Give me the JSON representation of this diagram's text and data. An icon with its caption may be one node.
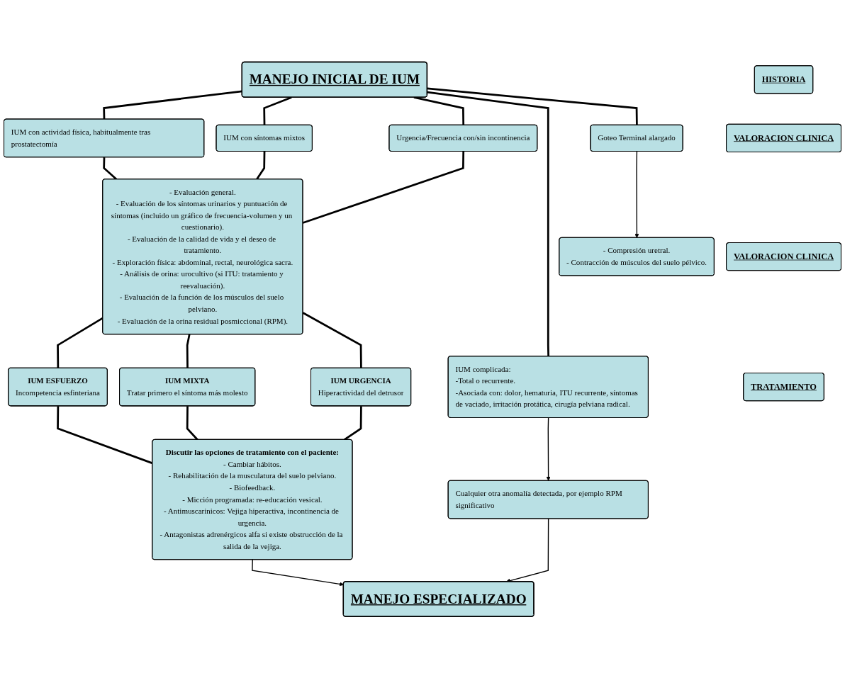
{
  "diagram": {
    "nodes": [
      {
        "text": [
          "MANEJO INICIAL DE IUM"
        ]
      },
      {
        "text": [
          "HISTORIA"
        ]
      },
      {
        "text": [
          "Goteo Terminal alargado"
        ]
      },
      {
        "text": [
          "IUM con actividad física, habitualmente tras prostatectomía"
        ]
      },
      {
        "text": [
          "IUM con síntomas mixtos"
        ]
      },
      {
        "text": [
          "Urgencia/Frecuencia con/sin incontinencia"
        ]
      },
      {
        "text": [
          "IUM complicada:",
          "-Total o recurrente.",
          "-Asociada con: dolor, hematuria, ITU recurrente, síntomas de vaciado, irritación protática, cirugía pelviana radical."
        ]
      },
      {
        "text": [
          "VALORACION CLINICA"
        ]
      },
      {
        "text": [
          "- Evaluación general.",
          "- Evaluación de los síntomas urinarios y puntuación de síntomas (incluido un gráfico de frecuencia-volumen y un cuestionario).",
          "- Evaluación de la calidad de vida y el deseo de tratamiento.",
          "- Exploración física: abdominal, rectal, neurológica sacra.",
          "- Análisis de orina: urocultivo (si ITU: tratamiento y reevaluación).",
          "- Evaluación de la función de los músculos del suelo pelviano.",
          "- Evaluación de la orina residual posmiccional (RPM)."
        ]
      },
      {
        "text": [
          "Cualquier otra anomalía detectada, por ejemplo RPM significativo"
        ]
      },
      {
        "text": [
          "VALORACION CLINICA"
        ]
      },
      {
        "text": [
          "IUM ESFUERZO",
          "Incompetencia esfinteriana"
        ]
      },
      {
        "text": [
          "IUM MIXTA",
          "Tratar primero el síntoma más molesto"
        ]
      },
      {
        "text": [
          "IUM URGENCIA",
          "Hiperactividad del detrusor"
        ]
      },
      {
        "text": [
          "TRATAMIENTO"
        ]
      },
      {
        "text": [
          "- Compresión uretral.",
          "- Contracción de músculos del suelo pélvico."
        ]
      },
      {
        "text": [
          "Discutir las opciones de tratamiento con el paciente:",
          "- Cambiar hábitos.",
          "- Rehabilitación de la musculatura del suelo pelviano.",
          "- Biofeedback.",
          "- Micción programada: re-educación vesical.",
          "- Antimuscarinicos: Vejiga hiperactiva, incontinencia de urgencia.",
          "- Antagonistas adrenérgicos alfa si existe obstrucción de la salida de la vejiga."
        ]
      },
      {
        "text": [
          "MANEJO ESPECIALIZADO"
        ]
      }
    ],
    "edges": [
      {
        "from": 0,
        "to": 2,
        "arrow": "none"
      },
      {
        "from": 0,
        "to": 3,
        "arrow": "none"
      },
      {
        "from": 0,
        "to": 4,
        "arrow": "none"
      },
      {
        "from": 0,
        "to": 5,
        "arrow": "none"
      },
      {
        "from": 0,
        "to": 6,
        "arrow": "none"
      },
      {
        "from": 2,
        "to": 15,
        "arrow": "to"
      },
      {
        "from": 3,
        "to": 8,
        "arrow": "none"
      },
      {
        "from": 4,
        "to": 8,
        "arrow": "none"
      },
      {
        "from": 5,
        "to": 8,
        "arrow": "none"
      },
      {
        "from": 6,
        "to": 9,
        "arrow": "to"
      },
      {
        "from": 8,
        "to": 11,
        "arrow": "none"
      },
      {
        "from": 8,
        "to": 12,
        "arrow": "none"
      },
      {
        "from": 8,
        "to": 13,
        "arrow": "none"
      },
      {
        "from": 11,
        "to": 16,
        "arrow": "none"
      },
      {
        "from": 12,
        "to": 16,
        "arrow": "none"
      },
      {
        "from": 13,
        "to": 16,
        "arrow": "none"
      },
      {
        "from": 16,
        "to": 17,
        "arrow": "to"
      },
      {
        "from": 9,
        "to": 17,
        "arrow": "to"
      }
    ]
  }
}
